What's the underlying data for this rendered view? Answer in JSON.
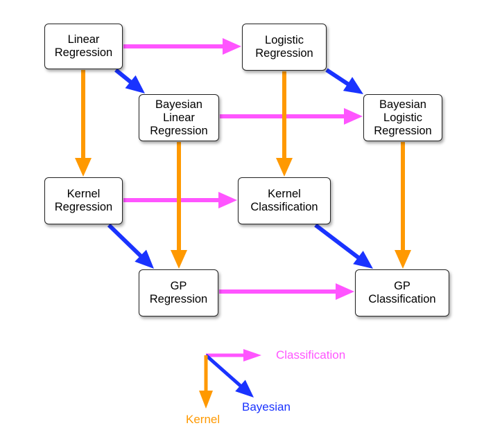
{
  "colors": {
    "classification": "#ff55ff",
    "bayesian": "#1a33ff",
    "kernel": "#ff9900",
    "node_border": "#222222"
  },
  "nodes": {
    "linear_regression": [
      "Linear",
      "Regression"
    ],
    "logistic_regression": [
      "Logistic",
      "Regression"
    ],
    "bayesian_linear_regression": [
      "Bayesian",
      "Linear",
      "Regression"
    ],
    "bayesian_logistic_regression": [
      "Bayesian",
      "Logistic",
      "Regression"
    ],
    "kernel_regression": [
      "Kernel",
      "Regression"
    ],
    "kernel_classification": [
      "Kernel",
      "Classification"
    ],
    "gp_regression": [
      "GP",
      "Regression"
    ],
    "gp_classification": [
      "GP",
      "Classification"
    ]
  },
  "edges": [
    {
      "from": "Linear Regression",
      "to": "Logistic Regression",
      "type": "classification"
    },
    {
      "from": "Linear Regression",
      "to": "Bayesian Linear Regression",
      "type": "bayesian"
    },
    {
      "from": "Linear Regression",
      "to": "Kernel Regression",
      "type": "kernel"
    },
    {
      "from": "Logistic Regression",
      "to": "Bayesian Logistic Regression",
      "type": "bayesian"
    },
    {
      "from": "Logistic Regression",
      "to": "Kernel Classification",
      "type": "kernel"
    },
    {
      "from": "Bayesian Linear Regression",
      "to": "Bayesian Logistic Regression",
      "type": "classification"
    },
    {
      "from": "Bayesian Linear Regression",
      "to": "GP Regression",
      "type": "kernel"
    },
    {
      "from": "Bayesian Logistic Regression",
      "to": "GP Classification",
      "type": "kernel"
    },
    {
      "from": "Kernel Regression",
      "to": "Kernel Classification",
      "type": "classification"
    },
    {
      "from": "Kernel Regression",
      "to": "GP Regression",
      "type": "bayesian"
    },
    {
      "from": "Kernel Classification",
      "to": "GP Classification",
      "type": "bayesian"
    },
    {
      "from": "GP Regression",
      "to": "GP Classification",
      "type": "classification"
    }
  ],
  "legend": {
    "classification": "Classification",
    "bayesian": "Bayesian",
    "kernel": "Kernel"
  }
}
